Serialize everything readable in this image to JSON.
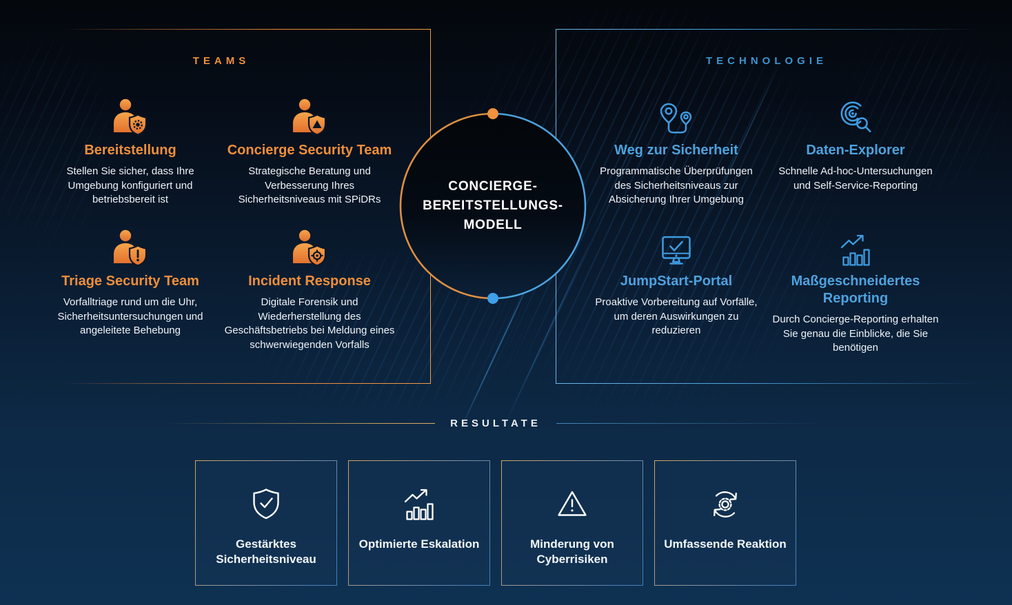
{
  "teams": {
    "label": "TEAMS",
    "items": [
      {
        "icon": "person-shield-gear-icon",
        "title": "Bereitstellung",
        "desc": "Stellen Sie sicher, dass Ihre Umgebung konfiguriert und betriebsbereit ist"
      },
      {
        "icon": "person-shield-triangle-icon",
        "title": "Concierge Security Team",
        "desc": "Strategische Beratung und Verbesserung Ihres Sicherheitsniveaus mit SPiDRs"
      },
      {
        "icon": "person-shield-exclamation-icon",
        "title": "Triage Security Team",
        "desc": "Vorfalltriage rund um die Uhr, Sicherheitsuntersuchungen und angeleitete Behebung"
      },
      {
        "icon": "person-shield-target-icon",
        "title": "Incident Response",
        "desc": "Digitale Forensik und Wiederherstellung des Geschäftsbetriebs bei Meldung eines schwerwiegenden Vorfalls"
      }
    ]
  },
  "technology": {
    "label": "TECHNOLOGIE",
    "items": [
      {
        "icon": "route-pins-icon",
        "title": "Weg zur Sicherheit",
        "desc": "Programmatische Überprüfungen des Sicherheitsniveaus zur Absicherung Ihrer Umgebung"
      },
      {
        "icon": "radar-search-icon",
        "title": "Daten-Explorer",
        "desc": "Schnelle Ad-hoc-Untersuchungen und Self-Service-Reporting"
      },
      {
        "icon": "monitor-check-icon",
        "title": "JumpStart-Portal",
        "desc": "Proaktive Vorbereitung auf Vorfälle, um deren Auswirkungen zu reduzieren"
      },
      {
        "icon": "bar-chart-icon",
        "title": "Maßgeschneidertes Reporting",
        "desc": "Durch Concierge-Reporting erhalten Sie genau die Einblicke, die Sie benötigen"
      }
    ]
  },
  "center": {
    "line1": "CONCIERGE-",
    "line2": "BEREITSTELLUNGS-",
    "line3": "MODELL"
  },
  "results": {
    "label": "RESULTATE",
    "cards": [
      {
        "icon": "shield-check-icon",
        "title": "Gestärktes Sicherheitsniveau"
      },
      {
        "icon": "chart-growth-icon",
        "title": "Optimierte Eskalation"
      },
      {
        "icon": "warning-triangle-icon",
        "title": "Minderung von Cyberrisiken"
      },
      {
        "icon": "gear-sync-icon",
        "title": "Umfassende Reaktion"
      }
    ]
  },
  "colors": {
    "orange_accent": "#ee8f3c",
    "blue_accent": "#4da2dd",
    "background_top": "#04070c",
    "background_bottom": "#0e3152",
    "card_background": "#113151",
    "text_white": "#eef3f8"
  }
}
